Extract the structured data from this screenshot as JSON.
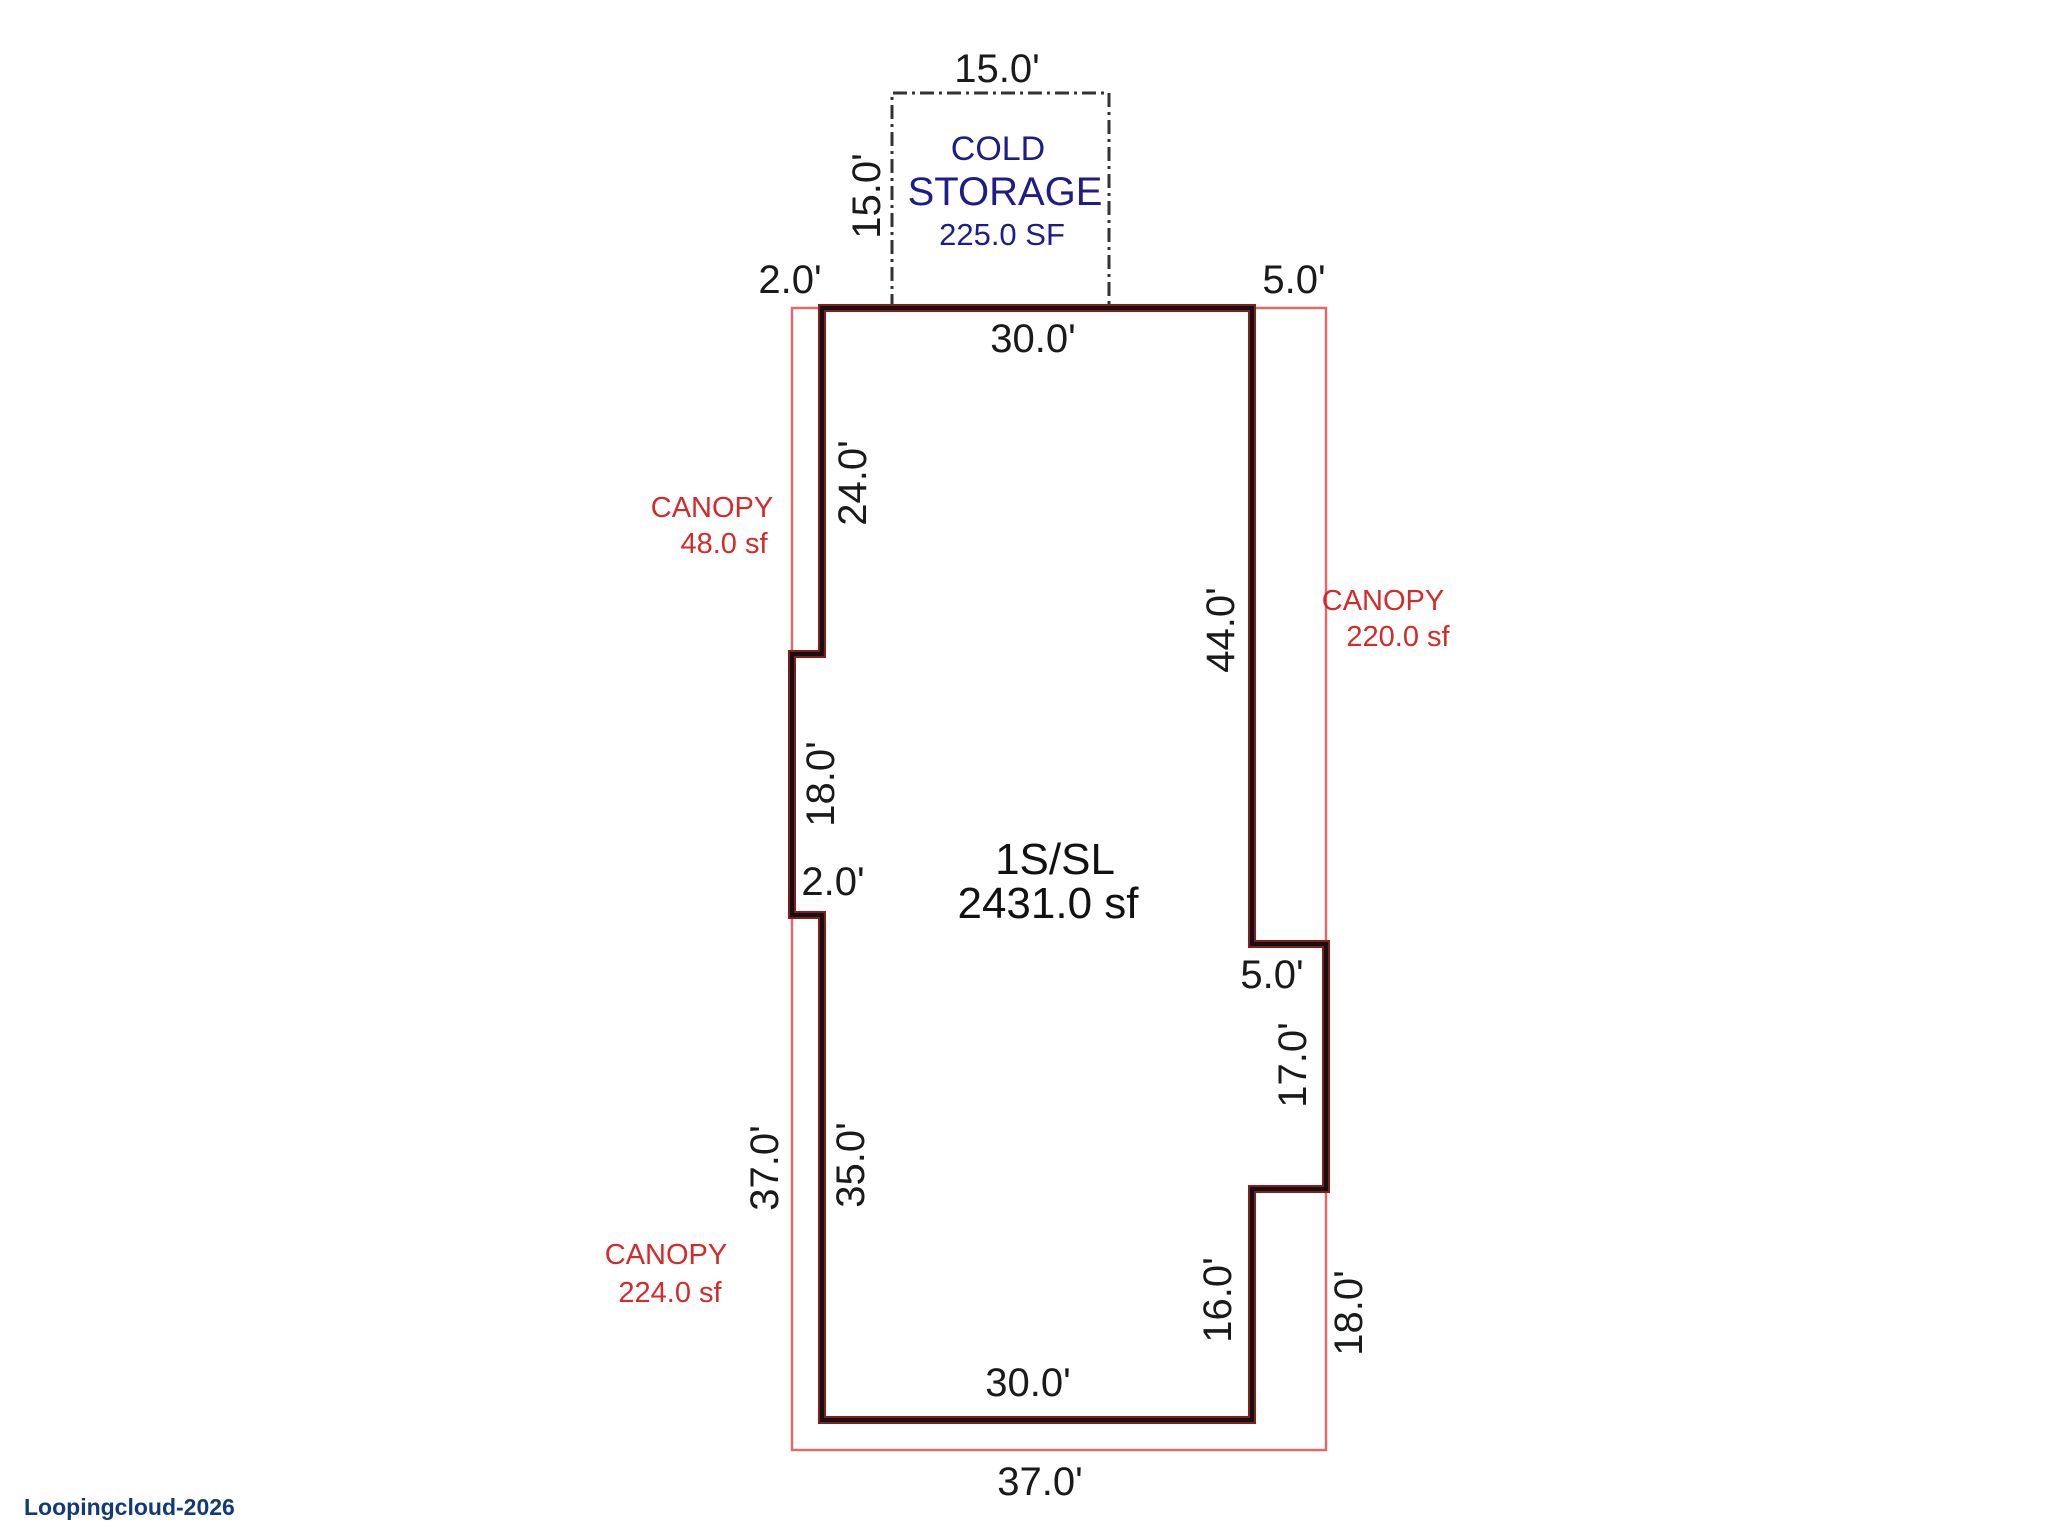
{
  "main_area": {
    "label": "1S/SL",
    "area": "2431.0 sf"
  },
  "cold_storage": {
    "line1": "COLD",
    "line2": "STORAGE",
    "area": "225.0 SF",
    "width": "15.0'",
    "depth": "15.0'"
  },
  "canopies": {
    "upper_left": {
      "label": "CANOPY",
      "area": "48.0 sf"
    },
    "right": {
      "label": "CANOPY",
      "area": "220.0 sf"
    },
    "lower_left": {
      "label": "CANOPY",
      "area": "224.0 sf"
    }
  },
  "dimensions": {
    "top_left_offset": "2.0'",
    "top_right_offset": "5.0'",
    "top_width": "30.0'",
    "left_upper": "24.0'",
    "right_upper": "44.0'",
    "left_middle": "18.0'",
    "left_step": "2.0'",
    "right_step": "5.0'",
    "right_middle": "17.0'",
    "left_outer": "37.0'",
    "left_lower": "35.0'",
    "right_lower": "16.0'",
    "right_outer": "18.0'",
    "bottom_width": "30.0'",
    "bottom_outer": "37.0'"
  },
  "colors": {
    "canopy": "#d42a2a",
    "wall": "#111111",
    "cold_storage": "#1c1c8a",
    "watermark": "#123a7a"
  },
  "watermark": "Loopingcloud-2026"
}
